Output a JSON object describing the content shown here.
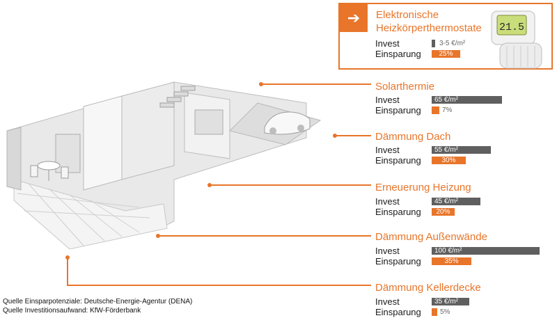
{
  "highlight": {
    "arrow_icon": "arrow-right-icon",
    "thermostat_display": "21.5"
  },
  "sources": [
    "Quelle Einsparpotenziale: Deutsche-Energie-Agentur (DENA)",
    "Quelle Investitionsaufwand: KfW-Förderbank"
  ],
  "colors": {
    "accent": "#e8752a",
    "invest_bar": "#5f5f5f"
  },
  "chart_data": {
    "type": "bar",
    "row_labels": {
      "invest": "Invest",
      "saving": "Einsparung"
    },
    "measures": [
      {
        "name": "Elektronische Heizkörperthermostate",
        "invest": 3,
        "invest_label": "3-5 €/m²",
        "saving": 25,
        "saving_label": "25%",
        "highlight": true
      },
      {
        "name": "Solarthermie",
        "invest": 65,
        "invest_label": "65 €/m²",
        "saving": 7,
        "saving_label": "7%"
      },
      {
        "name": "Dämmung Dach",
        "invest": 55,
        "invest_label": "55 €/m²",
        "saving": 30,
        "saving_label": "30%"
      },
      {
        "name": "Erneuerung Heizung",
        "invest": 45,
        "invest_label": "45 €/m²",
        "saving": 20,
        "saving_label": "20%"
      },
      {
        "name": "Dämmung Außenwände",
        "invest": 100,
        "invest_label": "100 €/m²",
        "saving": 35,
        "saving_label": "35%"
      },
      {
        "name": "Dämmung Kellerdecke",
        "invest": 35,
        "invest_label": "35 €/m²",
        "saving": 5,
        "saving_label": "5%"
      }
    ]
  }
}
